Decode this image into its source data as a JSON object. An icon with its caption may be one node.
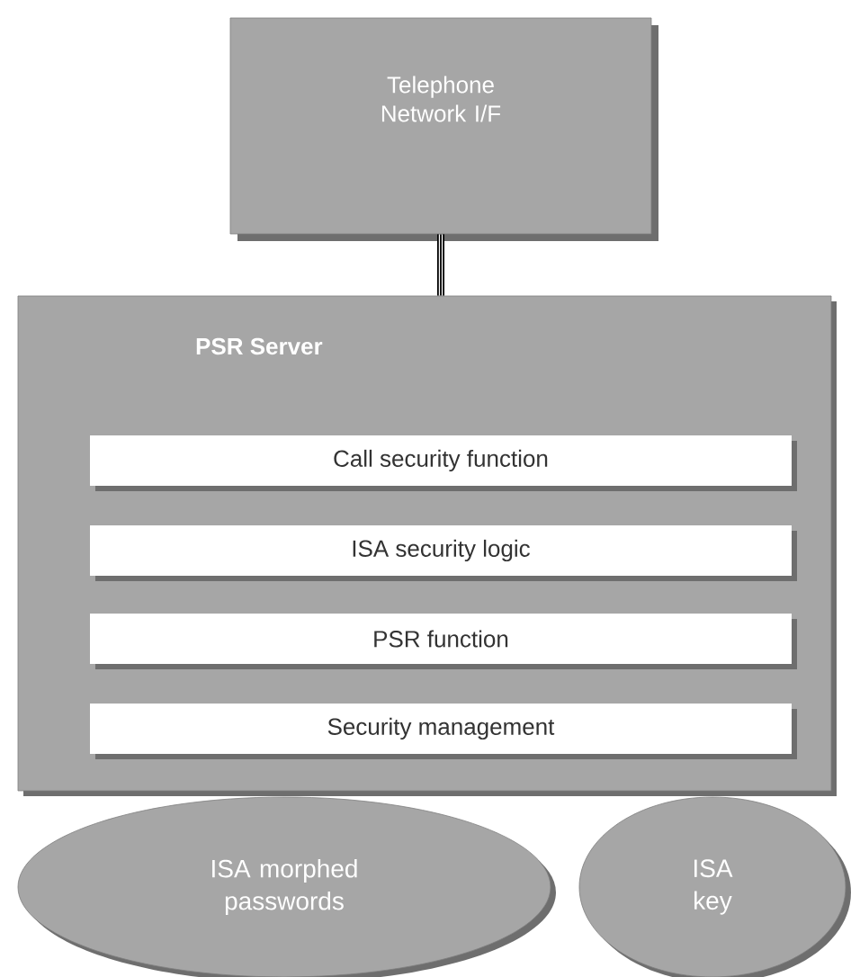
{
  "diagram": {
    "nodes": [
      {
        "text": [
          "Telephone Network I/F"
        ]
      },
      {
        "text": [
          "PSR  Server"
        ]
      },
      {
        "text": [
          "Call security function"
        ],
        "in": 1
      },
      {
        "text": [
          "ISA security logic"
        ],
        "in": 1
      },
      {
        "text": [
          "PSR function"
        ],
        "in": 1
      },
      {
        "text": [
          "Security management"
        ],
        "in": 1
      },
      {
        "text": [
          "ISA morphed passwords"
        ]
      },
      {
        "text": [
          "ISA key"
        ]
      }
    ],
    "edges": [
      {
        "from": 0,
        "to": 1,
        "arrow": "none"
      }
    ]
  }
}
